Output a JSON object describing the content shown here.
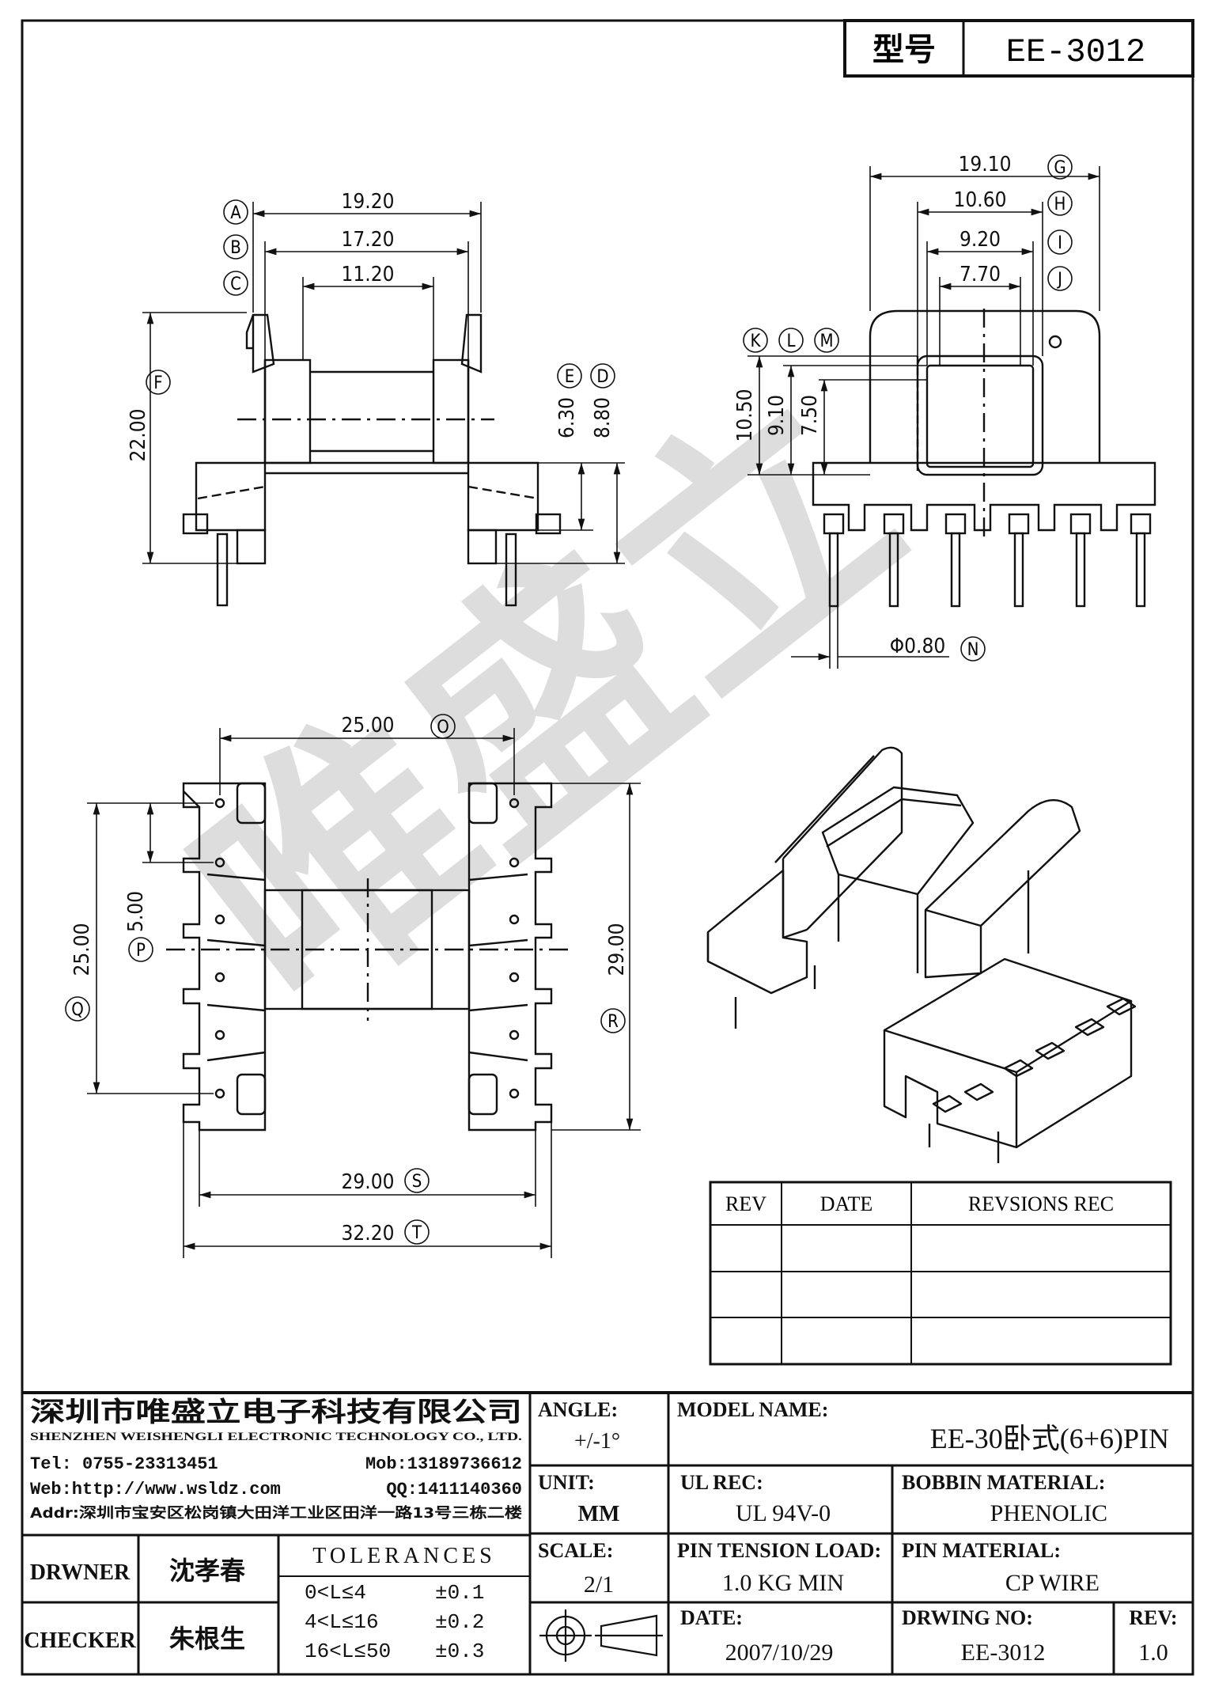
{
  "title_block_top": {
    "label": "型号",
    "value": "EE-3012"
  },
  "dims_front": {
    "a": {
      "value": "19.20",
      "tag": "A"
    },
    "b": {
      "value": "17.20",
      "tag": "B"
    },
    "c": {
      "value": "11.20",
      "tag": "C"
    },
    "f": {
      "value": "22.00",
      "tag": "F"
    },
    "e": {
      "value": "6.30",
      "tag": "E"
    },
    "d": {
      "value": "8.80",
      "tag": "D"
    }
  },
  "dims_side": {
    "g": {
      "value": "19.10",
      "tag": "G"
    },
    "h": {
      "value": "10.60",
      "tag": "H"
    },
    "i": {
      "value": "9.20",
      "tag": "I"
    },
    "j": {
      "value": "7.70",
      "tag": "J"
    },
    "k": {
      "value": "10.50",
      "tag": "K"
    },
    "l": {
      "value": "9.10",
      "tag": "L"
    },
    "m": {
      "value": "7.50",
      "tag": "M"
    },
    "n": {
      "value": "Φ0.80",
      "tag": "N"
    }
  },
  "dims_bottom": {
    "o": {
      "value": "25.00",
      "tag": "O"
    },
    "p": {
      "value": "5.00",
      "tag": "P"
    },
    "q": {
      "value": "25.00",
      "tag": "Q"
    },
    "r": {
      "value": "29.00",
      "tag": "R"
    },
    "s": {
      "value": "29.00",
      "tag": "S"
    },
    "t": {
      "value": "32.20",
      "tag": "T"
    }
  },
  "watermark": "唯盛立",
  "rev_table": {
    "headers": [
      "REV",
      "DATE",
      "REVSIONS REC"
    ],
    "rows": [
      [
        "",
        "",
        ""
      ],
      [
        "",
        "",
        ""
      ],
      [
        "",
        "",
        ""
      ]
    ]
  },
  "company": {
    "name_cn": "深圳市唯盛立电子科技有限公司",
    "name_en": "SHENZHEN WEISHENGLI ELECTRONIC TECHNOLOGY CO., LTD.",
    "tel": "Tel: 0755-23313451",
    "mob": "Mob:13189736612",
    "web": "Web:http://www.wsldz.com",
    "qq": "QQ:1411140360",
    "addr": "Addr:深圳市宝安区松岗镇大田洋工业区田洋一路13号三栋二楼"
  },
  "fields": {
    "angle_label": "ANGLE:",
    "angle_value": "+/-1°",
    "model_label": "MODEL NAME:",
    "model_value": "EE-30卧式(6+6)PIN",
    "unit_label": "UNIT:",
    "unit_value": "MM",
    "ul_label": "UL REC:",
    "ul_value": "UL 94V-0",
    "bobbin_label": "BOBBIN MATERIAL:",
    "bobbin_value": "PHENOLIC",
    "drawner_label": "DRWNER",
    "drawner_value": "沈孝春",
    "tolerances_label": "TOLERANCES",
    "tol_rows": [
      {
        "range": "0<L≤4",
        "value": "±0.1"
      },
      {
        "range": "4<L≤16",
        "value": "±0.2"
      },
      {
        "range": "16<L≤50",
        "value": "±0.3"
      }
    ],
    "scale_label": "SCALE:",
    "scale_value": "2/1",
    "pin_tension_label": "PIN TENSION LOAD:",
    "pin_tension_value": "1.0 KG MIN",
    "pin_material_label": "PIN MATERIAL:",
    "pin_material_value": "CP WIRE",
    "checker_label": "CHECKER",
    "checker_value": "朱根生",
    "date_label": "DATE:",
    "date_value": "2007/10/29",
    "drwing_no_label": "DRWING NO:",
    "drwing_no_value": "EE-3012",
    "rev_label": "REV:",
    "rev_value": "1.0"
  }
}
